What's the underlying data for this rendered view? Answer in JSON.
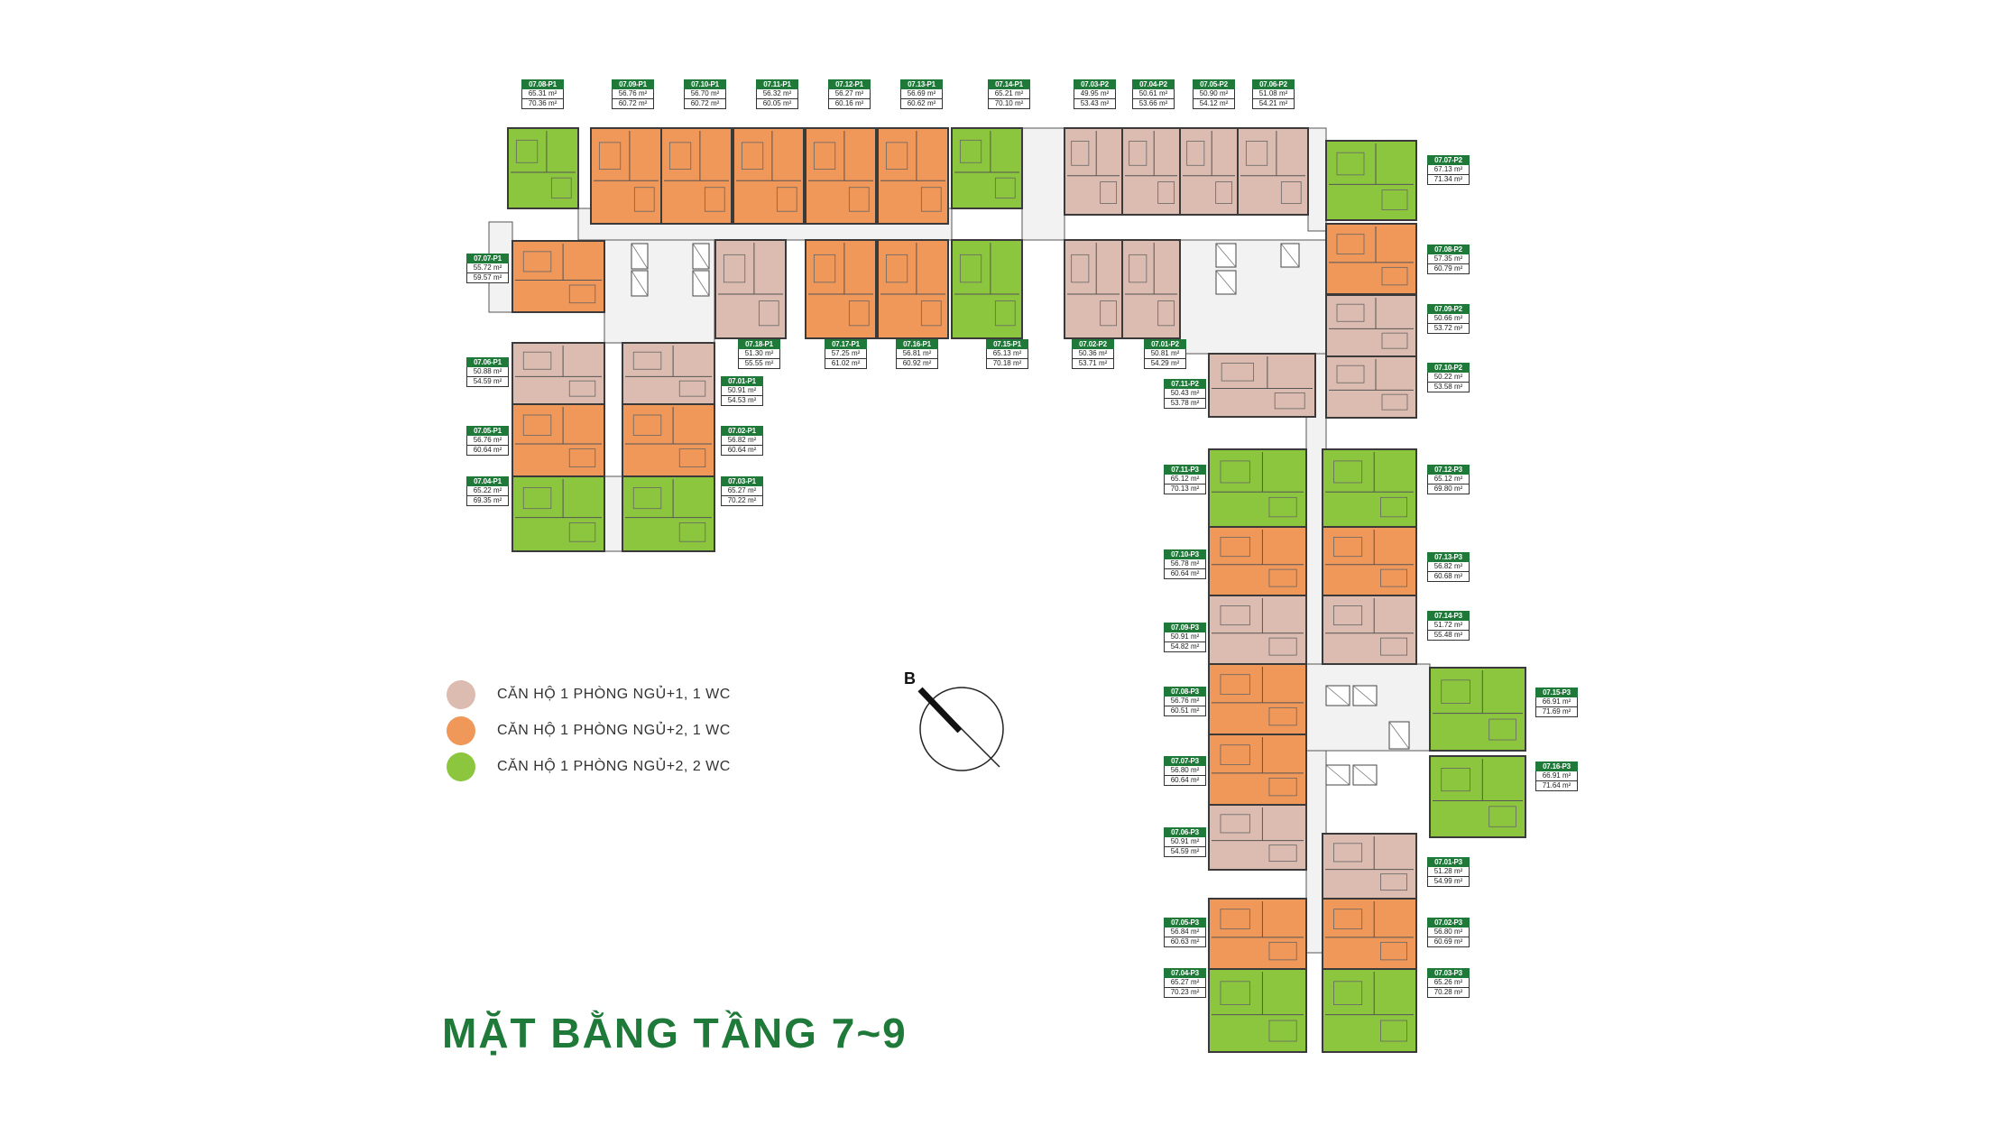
{
  "title": "MẶT BẰNG TẦNG 7~9",
  "colors": {
    "type_1pn1_1wc": "#dcbcb0",
    "type_1pn2_1wc": "#f0975a",
    "type_1pn2_2wc": "#8cc63f",
    "label_green": "#1f7a3a",
    "core_grey": "#f2f2f2"
  },
  "legend": [
    {
      "label": "CĂN HỘ 1 PHÒNG NGỦ+1, 1 WC",
      "color": "#dcbcb0"
    },
    {
      "label": "CĂN HỘ 1 PHÒNG NGỦ+2, 1 WC",
      "color": "#f0975a"
    },
    {
      "label": "CĂN HỘ 1 PHÒNG NGỦ+2, 2 WC",
      "color": "#8cc63f"
    }
  ],
  "compass": {
    "label": "B",
    "icon": "north-compass-icon"
  },
  "units": [
    {
      "code": "07.08-P1",
      "area1": "65.31 m²",
      "area2": "70.36 m²",
      "type": "1pn2_2wc"
    },
    {
      "code": "07.09-P1",
      "area1": "56.76 m²",
      "area2": "60.72 m²",
      "type": "1pn2_1wc"
    },
    {
      "code": "07.10-P1",
      "area1": "56.70 m²",
      "area2": "60.72 m²",
      "type": "1pn2_1wc"
    },
    {
      "code": "07.11-P1",
      "area1": "56.32 m²",
      "area2": "60.05 m²",
      "type": "1pn2_1wc"
    },
    {
      "code": "07.12-P1",
      "area1": "56.27 m²",
      "area2": "60.16 m²",
      "type": "1pn2_1wc"
    },
    {
      "code": "07.13-P1",
      "area1": "56.69 m²",
      "area2": "60.62 m²",
      "type": "1pn2_1wc"
    },
    {
      "code": "07.14-P1",
      "area1": "65.21 m²",
      "area2": "70.10 m²",
      "type": "1pn2_2wc"
    },
    {
      "code": "07.03-P2",
      "area1": "49.95 m²",
      "area2": "53.43 m²",
      "type": "1pn1_1wc"
    },
    {
      "code": "07.04-P2",
      "area1": "50.61 m²",
      "area2": "53.66 m²",
      "type": "1pn1_1wc"
    },
    {
      "code": "07.05-P2",
      "area1": "50.90 m²",
      "area2": "54.12 m²",
      "type": "1pn1_1wc"
    },
    {
      "code": "07.06-P2",
      "area1": "51.08 m²",
      "area2": "54.21 m²",
      "type": "1pn1_1wc"
    },
    {
      "code": "07.07-P2",
      "area1": "67.13 m²",
      "area2": "71.34 m²",
      "type": "1pn2_2wc"
    },
    {
      "code": "07.07-P1",
      "area1": "55.72 m²",
      "area2": "59.57 m²",
      "type": "1pn2_1wc"
    },
    {
      "code": "07.08-P2",
      "area1": "57.35 m²",
      "area2": "60.79 m²",
      "type": "1pn2_1wc"
    },
    {
      "code": "07.09-P2",
      "area1": "50.66 m²",
      "area2": "53.72 m²",
      "type": "1pn1_1wc"
    },
    {
      "code": "07.18-P1",
      "area1": "51.30 m²",
      "area2": "55.55 m²",
      "type": "1pn1_1wc"
    },
    {
      "code": "07.17-P1",
      "area1": "57.25 m²",
      "area2": "61.02 m²",
      "type": "1pn2_1wc"
    },
    {
      "code": "07.16-P1",
      "area1": "56.81 m²",
      "area2": "60.92 m²",
      "type": "1pn2_1wc"
    },
    {
      "code": "07.15-P1",
      "area1": "65.13 m²",
      "area2": "70.18 m²",
      "type": "1pn2_2wc"
    },
    {
      "code": "07.02-P2",
      "area1": "50.36 m²",
      "area2": "53.71 m²",
      "type": "1pn1_1wc"
    },
    {
      "code": "07.01-P2",
      "area1": "50.81 m²",
      "area2": "54.29 m²",
      "type": "1pn1_1wc"
    },
    {
      "code": "07.06-P1",
      "area1": "50.88 m²",
      "area2": "54.59 m²",
      "type": "1pn1_1wc"
    },
    {
      "code": "07.01-P1",
      "area1": "50.91 m²",
      "area2": "54.53 m²",
      "type": "1pn1_1wc"
    },
    {
      "code": "07.10-P2",
      "area1": "50.22 m²",
      "area2": "53.58 m²",
      "type": "1pn1_1wc"
    },
    {
      "code": "07.11-P2",
      "area1": "50.43 m²",
      "area2": "53.78 m²",
      "type": "1pn1_1wc"
    },
    {
      "code": "07.05-P1",
      "area1": "56.76 m²",
      "area2": "60.64 m²",
      "type": "1pn2_1wc"
    },
    {
      "code": "07.02-P1",
      "area1": "56.82 m²",
      "area2": "60.64 m²",
      "type": "1pn2_1wc"
    },
    {
      "code": "07.04-P1",
      "area1": "65.22 m²",
      "area2": "69.35 m²",
      "type": "1pn2_2wc"
    },
    {
      "code": "07.03-P1",
      "area1": "65.27 m²",
      "area2": "70.22 m²",
      "type": "1pn2_2wc"
    },
    {
      "code": "07.11-P3",
      "area1": "65.12 m²",
      "area2": "70.13 m²",
      "type": "1pn2_2wc"
    },
    {
      "code": "07.12-P3",
      "area1": "65.12 m²",
      "area2": "69.80 m²",
      "type": "1pn2_2wc"
    },
    {
      "code": "07.10-P3",
      "area1": "56.78 m²",
      "area2": "60.64 m²",
      "type": "1pn2_1wc"
    },
    {
      "code": "07.13-P3",
      "area1": "56.82 m²",
      "area2": "60.68 m²",
      "type": "1pn2_1wc"
    },
    {
      "code": "07.09-P3",
      "area1": "50.91 m²",
      "area2": "54.82 m²",
      "type": "1pn1_1wc"
    },
    {
      "code": "07.14-P3",
      "area1": "51.72 m²",
      "area2": "55.48 m²",
      "type": "1pn1_1wc"
    },
    {
      "code": "07.08-P3",
      "area1": "56.76 m²",
      "area2": "60.51 m²",
      "type": "1pn2_1wc"
    },
    {
      "code": "07.15-P3",
      "area1": "66.91 m²",
      "area2": "71.69 m²",
      "type": "1pn2_2wc"
    },
    {
      "code": "07.07-P3",
      "area1": "56.80 m²",
      "area2": "60.64 m²",
      "type": "1pn2_1wc"
    },
    {
      "code": "07.16-P3",
      "area1": "66.91 m²",
      "area2": "71.64 m²",
      "type": "1pn2_2wc"
    },
    {
      "code": "07.06-P3",
      "area1": "50.91 m²",
      "area2": "54.59 m²",
      "type": "1pn1_1wc"
    },
    {
      "code": "07.01-P3",
      "area1": "51.28 m²",
      "area2": "54.99 m²",
      "type": "1pn1_1wc"
    },
    {
      "code": "07.05-P3",
      "area1": "56.84 m²",
      "area2": "60.63 m²",
      "type": "1pn2_1wc"
    },
    {
      "code": "07.02-P3",
      "area1": "56.80 m²",
      "area2": "60.69 m²",
      "type": "1pn2_1wc"
    },
    {
      "code": "07.04-P3",
      "area1": "65.27 m²",
      "area2": "70.23 m²",
      "type": "1pn2_2wc"
    },
    {
      "code": "07.03-P3",
      "area1": "65.26 m²",
      "area2": "70.28 m²",
      "type": "1pn2_2wc"
    }
  ]
}
